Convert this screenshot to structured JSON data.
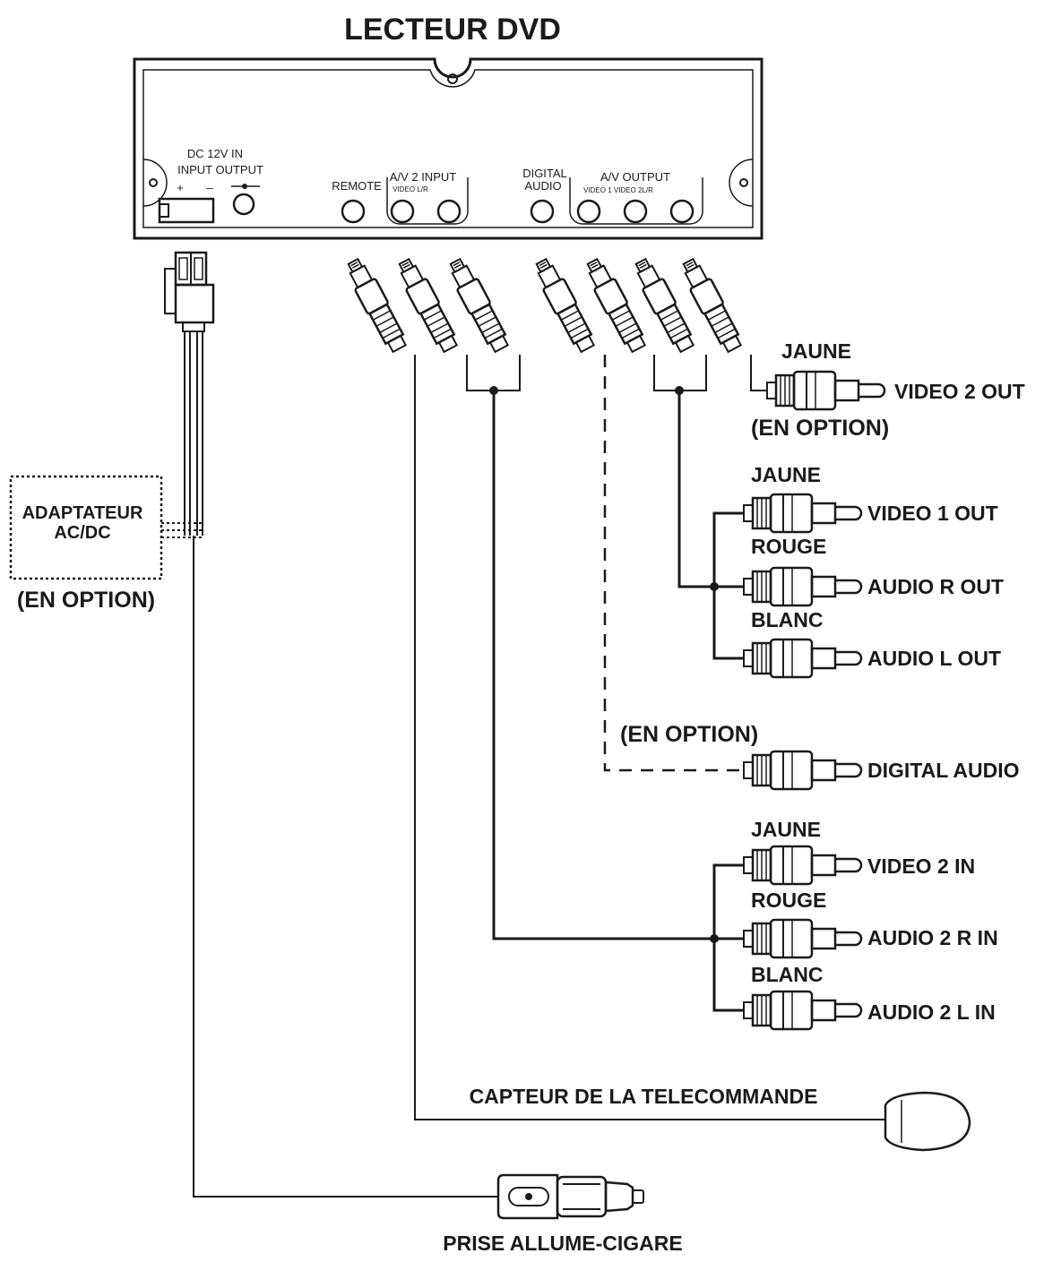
{
  "title": "LECTEUR DVD",
  "panel": {
    "dc_in": "DC 12V IN",
    "input_output": "INPUT OUTPUT",
    "plus": "+",
    "minus": "–",
    "remote": "REMOTE",
    "av2_input": "A/V 2 INPUT",
    "av2_sub": "VIDEO L/R",
    "digital": "DIGITAL",
    "audio": "AUDIO",
    "av_output": "A/V OUTPUT",
    "av_output_sub": "VIDEO 1 VIDEO 2L/R"
  },
  "adapter": {
    "line1": "ADAPTATEUR",
    "line2": "AC/DC",
    "option": "(EN OPTION)"
  },
  "connectors": [
    {
      "color_label": "JAUNE",
      "label": "VIDEO 2 OUT"
    },
    {
      "color_label": "JAUNE",
      "label": "VIDEO 1 OUT"
    },
    {
      "color_label": "ROUGE",
      "label": "AUDIO R OUT"
    },
    {
      "color_label": "BLANC",
      "label": "AUDIO L OUT"
    },
    {
      "color_label": "",
      "label": "DIGITAL AUDIO"
    },
    {
      "color_label": "JAUNE",
      "label": "VIDEO 2 IN"
    },
    {
      "color_label": "ROUGE",
      "label": "AUDIO 2 R IN"
    },
    {
      "color_label": "BLANC",
      "label": "AUDIO 2 L IN"
    }
  ],
  "options": {
    "video2_out": "(EN OPTION)",
    "digital_audio": "(EN OPTION)"
  },
  "remote_sensor": "CAPTEUR DE LA TELECOMMANDE",
  "cigar_plug": "PRISE ALLUME-CIGARE"
}
